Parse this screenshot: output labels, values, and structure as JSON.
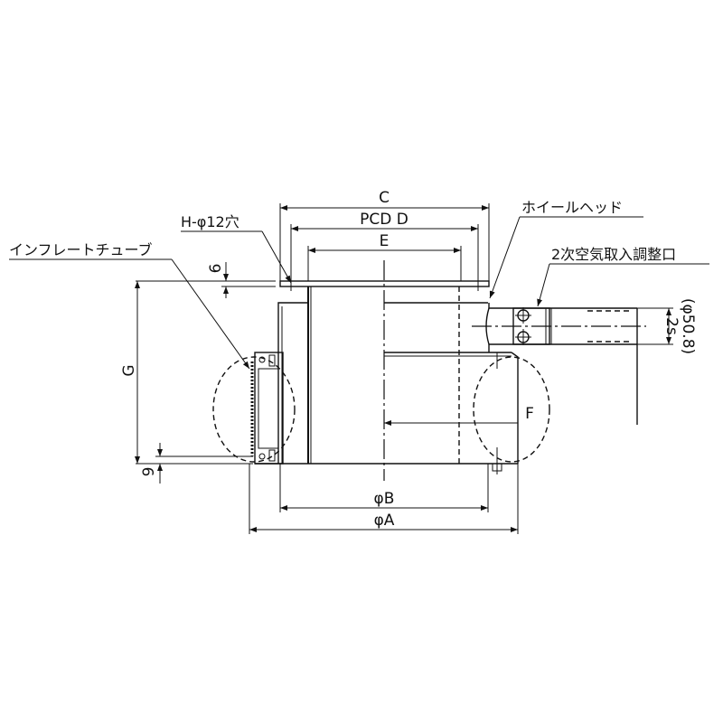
{
  "labels": {
    "inflate_tube": "インフレートチューブ",
    "hole": "H-φ12穴",
    "wheel_head": "ホイールヘッド",
    "secondary_air": "2次空気取入調整口"
  },
  "dimensions": {
    "c": "C",
    "pcd_d": "PCD D",
    "e": "E",
    "f": "F",
    "g": "G",
    "six": "6",
    "nine": "9",
    "phi_b": "φB",
    "phi_a": "φA",
    "two_s": "2s",
    "phi_50_8": "(φ50.8)"
  }
}
